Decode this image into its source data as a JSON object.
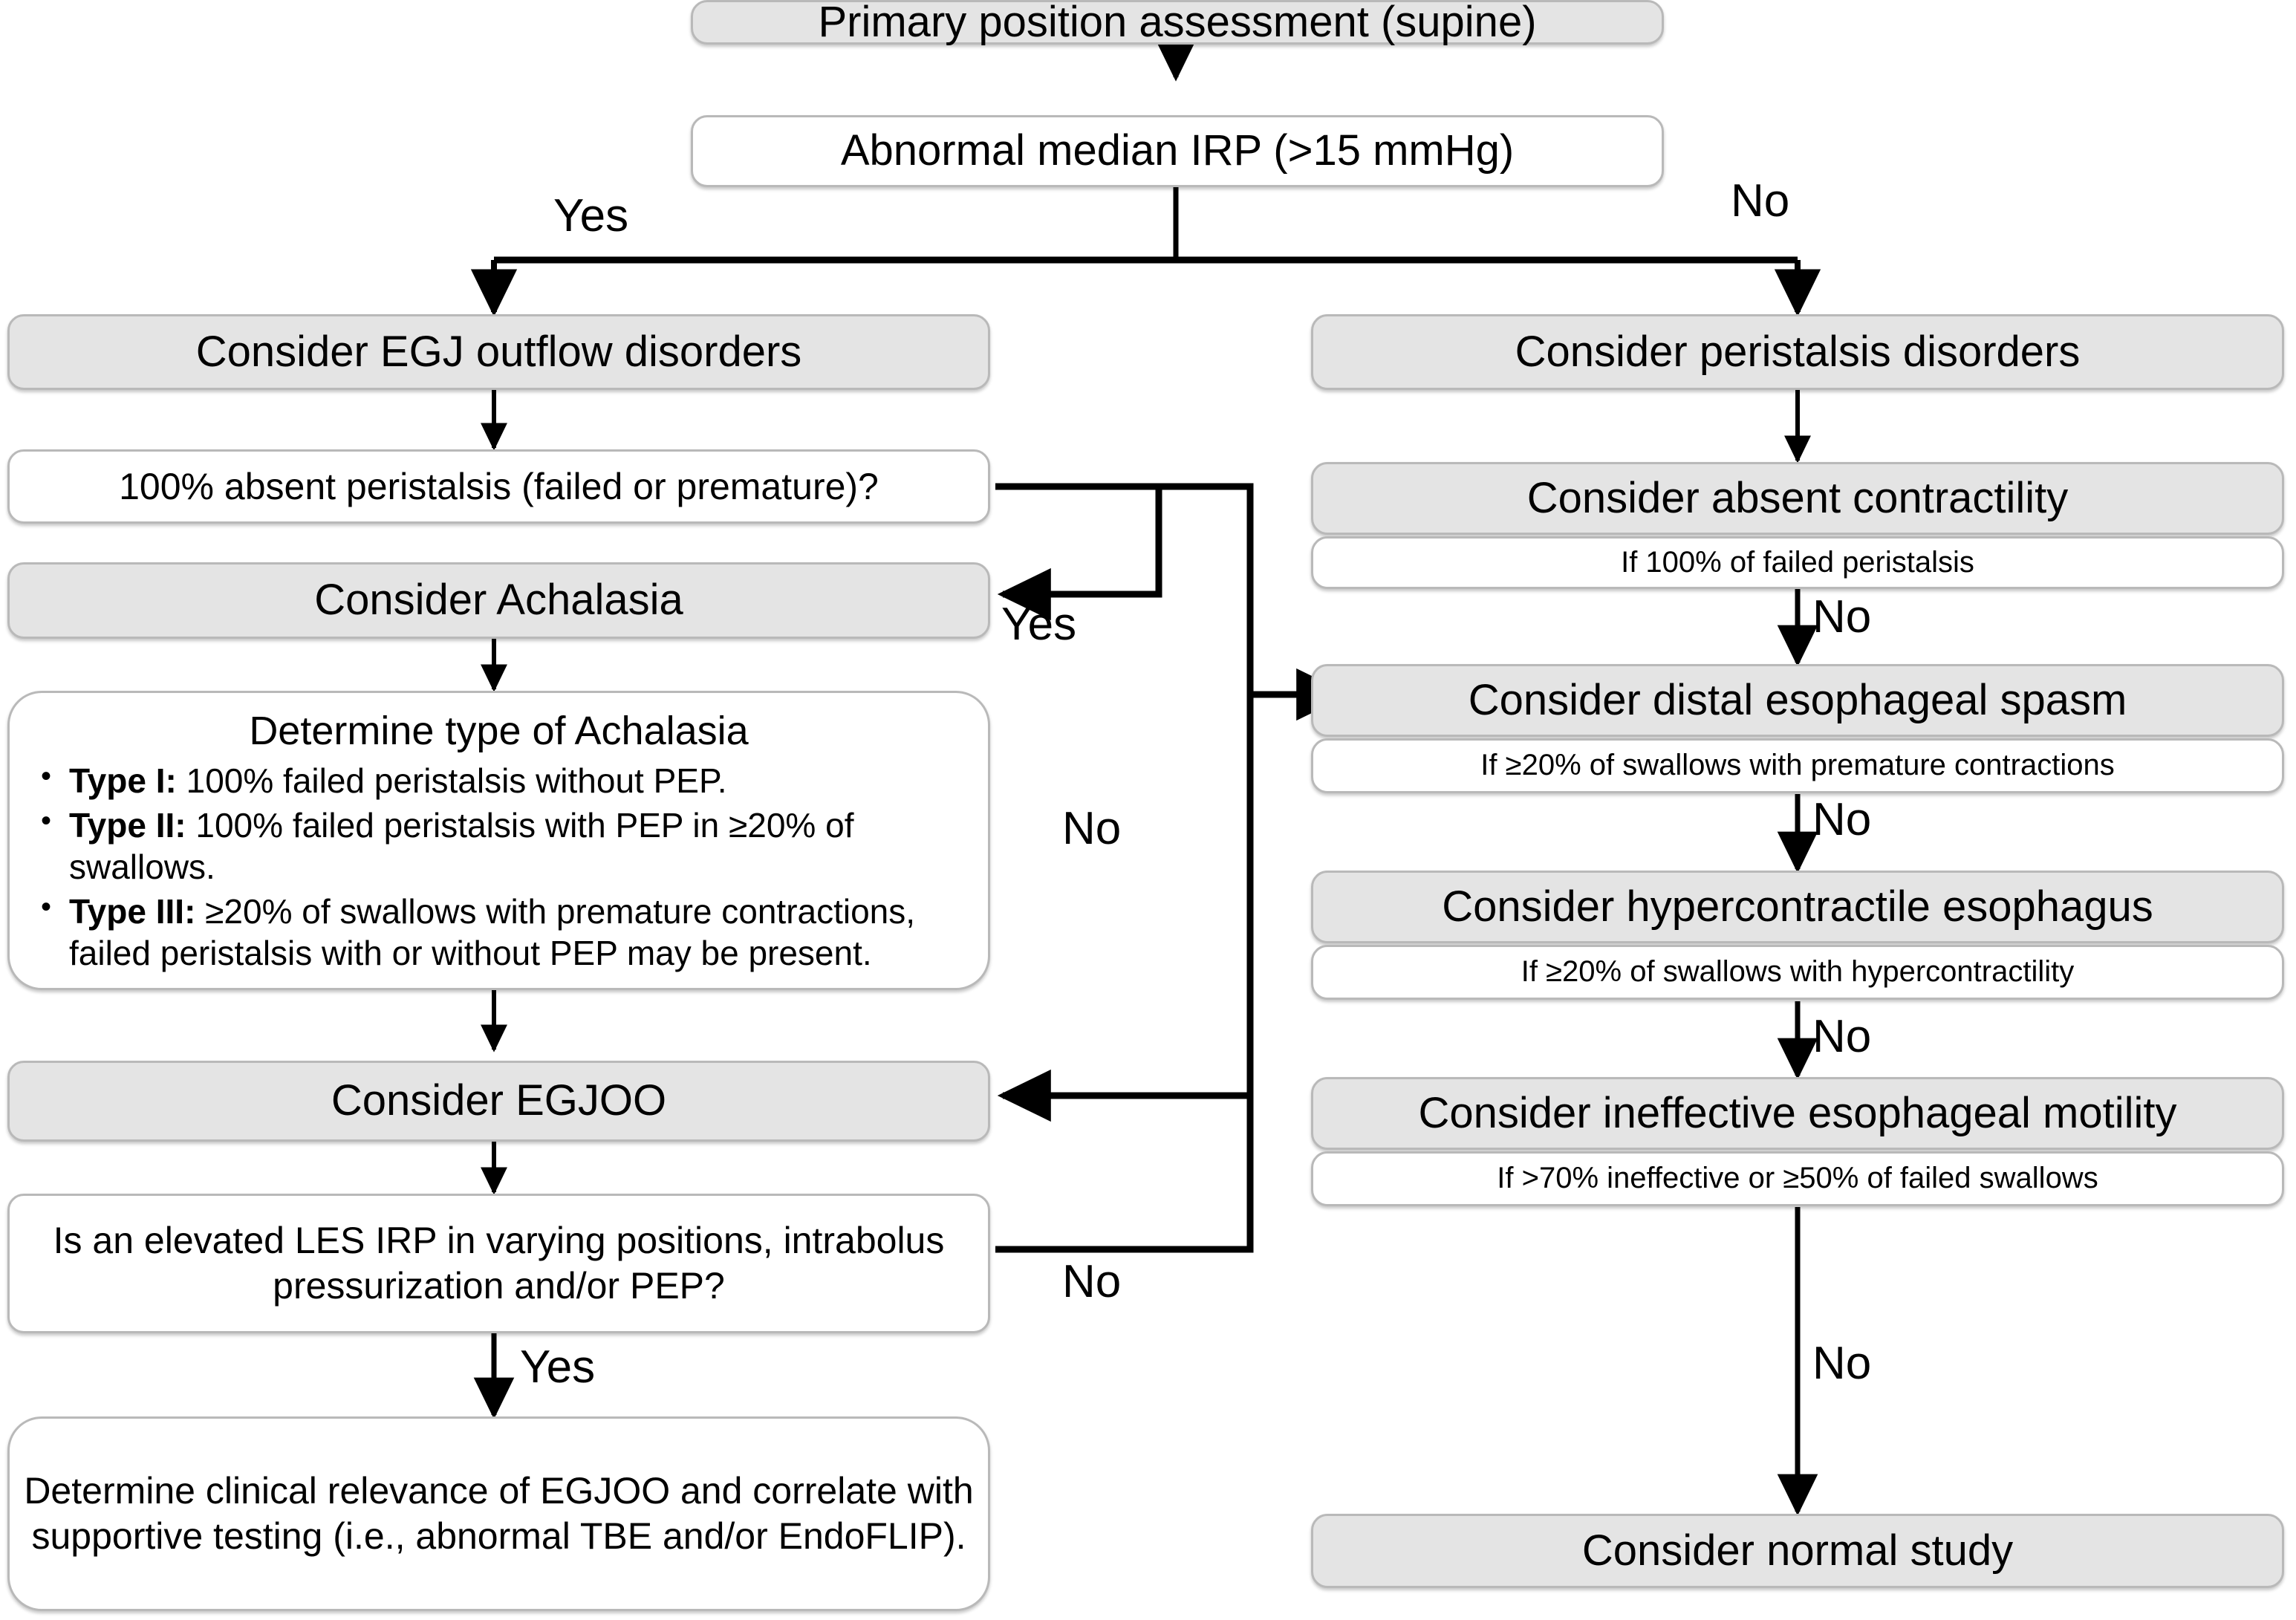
{
  "diagram": {
    "title": "Esophageal manometry interpretation algorithm",
    "colors": {
      "shaded_fill": "#e4e4e4",
      "plain_fill": "#ffffff",
      "border": "#b9b9b9",
      "line": "#000000"
    }
  },
  "nodes": {
    "primary_assessment": "Primary position assessment (supine)",
    "abnormal_irp": "Abnormal median IRP (>15 mmHg)",
    "egj_outflow": "Consider EGJ outflow disorders",
    "absent_peristalsis_q": "100% absent peristalsis (failed or premature)?",
    "consider_achalasia": "Consider Achalasia",
    "achalasia_types_title": "Determine type of Achalasia",
    "achalasia_types": [
      {
        "label": "Type I:",
        "text": " 100% failed peristalsis without PEP."
      },
      {
        "label": "Type II:",
        "text": " 100% failed peristalsis with PEP in  ≥20% of swallows."
      },
      {
        "label": "Type III:",
        "text": " ≥20% of swallows with premature contractions, failed peristalsis with or without PEP may be present."
      }
    ],
    "consider_egjoo": "Consider EGJOO",
    "egjoo_question": "Is an elevated LES IRP in varying positions, intrabolus pressurization and/or PEP?",
    "egjoo_relevance": "Determine clinical relevance of EGJOO and correlate with supportive testing (i.e., abnormal TBE and/or EndoFLIP).",
    "peristalsis_disorders": "Consider peristalsis disorders",
    "absent_contractility": "Consider absent contractility",
    "absent_contractility_criteria": "If 100% of failed peristalsis",
    "distal_spasm": "Consider distal esophageal spasm",
    "distal_spasm_criteria": "If ≥20% of swallows with premature contractions",
    "hypercontractile": "Consider hypercontractile esophagus",
    "hypercontractile_criteria": "If ≥20% of swallows with hypercontractility",
    "ineffective_motility": "Consider ineffective esophageal motility",
    "ineffective_motility_criteria": "If >70% ineffective or ≥50% of failed swallows",
    "normal_study": "Consider normal study"
  },
  "edge_labels": {
    "irp_yes": "Yes",
    "irp_no": "No",
    "absent_peristalsis_yes": "Yes",
    "absent_peristalsis_no": "No",
    "absent_contractility_no": "No",
    "distal_spasm_no": "No",
    "hypercontractile_no": "No",
    "ineffective_no": "No",
    "egjoo_yes": "Yes",
    "egjoo_no": "No"
  }
}
